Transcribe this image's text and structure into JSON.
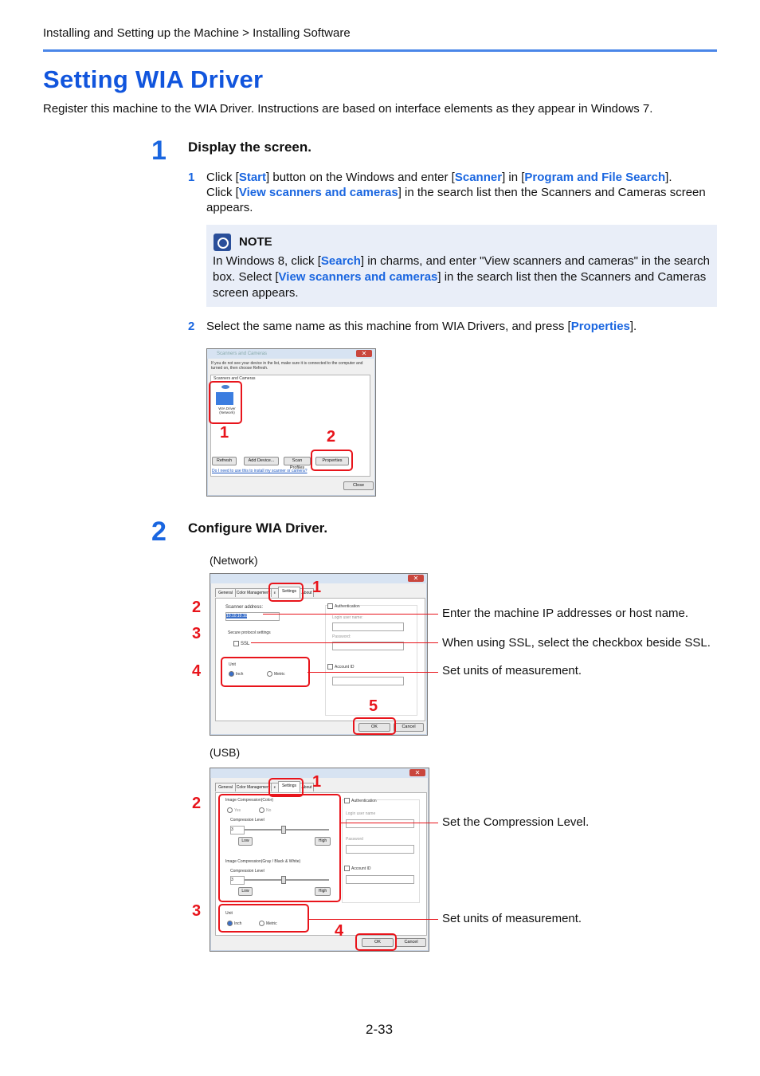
{
  "header": {
    "breadcrumb": "Installing and Setting up the Machine > Installing Software",
    "page_title": "Setting WIA Driver",
    "intro": "Register this machine to the WIA Driver. Instructions are based on interface elements as they appear in Windows 7."
  },
  "step1": {
    "number": "1",
    "heading": "Display the screen.",
    "sub1": {
      "number": "1",
      "t1": "Click [",
      "k1": "Start",
      "t2": "] button on the Windows and enter [",
      "k2": "Scanner",
      "t3": "] in [",
      "k3": "Program and File Search",
      "t4": "].",
      "t5": "Click [",
      "k4": "View scanners and cameras",
      "t6": "] in the search list then the Scanners and Cameras screen appears."
    },
    "note": {
      "label": "NOTE",
      "t1": "In Windows 8, click [",
      "k1": "Search",
      "t2": "] in charms, and enter \"View scanners and cameras\" in the search box. Select [",
      "k2": "View scanners and cameras",
      "t3": "] in the search list then the Scanners and Cameras screen appears."
    },
    "sub2": {
      "number": "2",
      "t1": "Select the same name as this machine from WIA Drivers, and press [",
      "k1": "Properties",
      "t2": "]."
    },
    "screenshot": {
      "title": "Scanners and Cameras",
      "instruction": "If you do not see your device in the list, make sure it is connected to the computer and turned on, then choose Refresh.",
      "group_label": "Scanners and Cameras",
      "device_label": "WIA Driver (Network)",
      "buttons": [
        "Refresh",
        "Add Device...",
        "Scan Profiles",
        "Properties"
      ],
      "link": "Do I need to use this to install my scanner or camera?",
      "close": "Close",
      "markers": [
        "1",
        "2"
      ]
    }
  },
  "step2": {
    "number": "2",
    "heading": "Configure WIA Driver.",
    "network": {
      "caption": "(Network)",
      "tabs": [
        "General",
        "Color Management",
        "Events",
        "Settings",
        "About"
      ],
      "scanner_address_label": "Scanner address:",
      "scanner_address_value": "10.10.10.10",
      "secure_label": "Secure protocol settings",
      "ssl": "SSL",
      "unit_label": "Unit",
      "inch": "Inch",
      "metric": "Metric",
      "authentication": "Authentication",
      "login_user_name": "Login user name:",
      "password": "Password:",
      "account_id": "Account ID",
      "ok": "OK",
      "cancel": "Cancel",
      "markers": [
        "1",
        "2",
        "3",
        "4",
        "5"
      ],
      "annotations": [
        "Enter the machine IP addresses or host name.",
        "When using SSL, select the checkbox beside SSL.",
        "Set units of measurement."
      ]
    },
    "usb": {
      "caption": "(USB)",
      "tabs": [
        "General",
        "Color Management",
        "Events",
        "Settings",
        "About"
      ],
      "compression_color": "Image Compression(Color)",
      "yes": "Yes",
      "no": "No",
      "compression_level": "Compression Level",
      "level_value": "3",
      "low": "Low",
      "high": "High",
      "compression_gray": "Image Compression(Gray / Black & White)",
      "unit_label": "Unit",
      "inch": "Inch",
      "metric": "Metric",
      "authentication": "Authentication",
      "login_user_name": "Login user name",
      "password": "Password",
      "account_id": "Account ID",
      "ok": "OK",
      "cancel": "Cancel",
      "markers": [
        "1",
        "2",
        "3",
        "4"
      ],
      "annotations": [
        "Set the Compression Level.",
        "Set units of measurement."
      ]
    }
  },
  "footer": {
    "page_number": "2-33"
  }
}
